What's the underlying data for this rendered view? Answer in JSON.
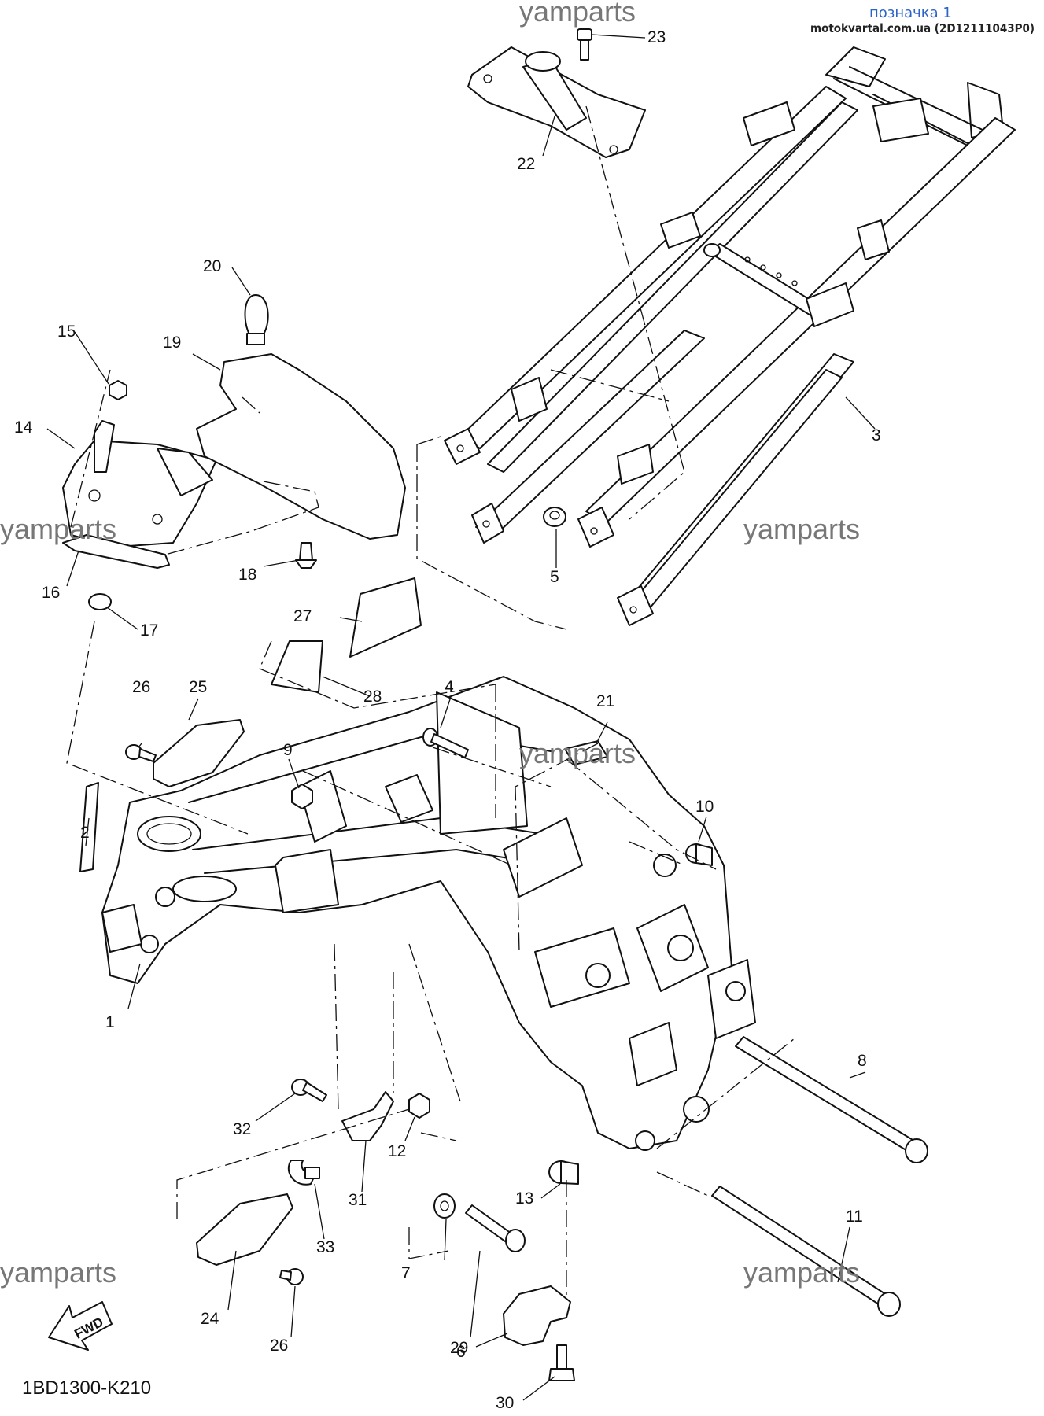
{
  "header": {
    "label": "позначка 1",
    "source": "motokvartal.com.ua (2D12111043P0)"
  },
  "watermark_text": "yamparts",
  "diagram_code": "1BD1300-K210",
  "fwd_label": "FWD",
  "callouts": [
    {
      "id": "c1",
      "text": "1"
    },
    {
      "id": "c2",
      "text": "2"
    },
    {
      "id": "c3",
      "text": "3"
    },
    {
      "id": "c4",
      "text": "4"
    },
    {
      "id": "c5",
      "text": "5"
    },
    {
      "id": "c6",
      "text": "6"
    },
    {
      "id": "c7",
      "text": "7"
    },
    {
      "id": "c8",
      "text": "8"
    },
    {
      "id": "c9",
      "text": "9"
    },
    {
      "id": "c10",
      "text": "10"
    },
    {
      "id": "c11",
      "text": "11"
    },
    {
      "id": "c12",
      "text": "12"
    },
    {
      "id": "c13",
      "text": "13"
    },
    {
      "id": "c14",
      "text": "14"
    },
    {
      "id": "c15",
      "text": "15"
    },
    {
      "id": "c16",
      "text": "16"
    },
    {
      "id": "c17",
      "text": "17"
    },
    {
      "id": "c18",
      "text": "18"
    },
    {
      "id": "c19",
      "text": "19"
    },
    {
      "id": "c20",
      "text": "20"
    },
    {
      "id": "c21",
      "text": "21"
    },
    {
      "id": "c22",
      "text": "22"
    },
    {
      "id": "c23",
      "text": "23"
    },
    {
      "id": "c24",
      "text": "24"
    },
    {
      "id": "c25",
      "text": "25"
    },
    {
      "id": "c26a",
      "text": "26"
    },
    {
      "id": "c26b",
      "text": "26"
    },
    {
      "id": "c27",
      "text": "27"
    },
    {
      "id": "c28",
      "text": "28"
    },
    {
      "id": "c29",
      "text": "29"
    },
    {
      "id": "c30",
      "text": "30"
    },
    {
      "id": "c31",
      "text": "31"
    },
    {
      "id": "c32",
      "text": "32"
    },
    {
      "id": "c33",
      "text": "33"
    }
  ]
}
